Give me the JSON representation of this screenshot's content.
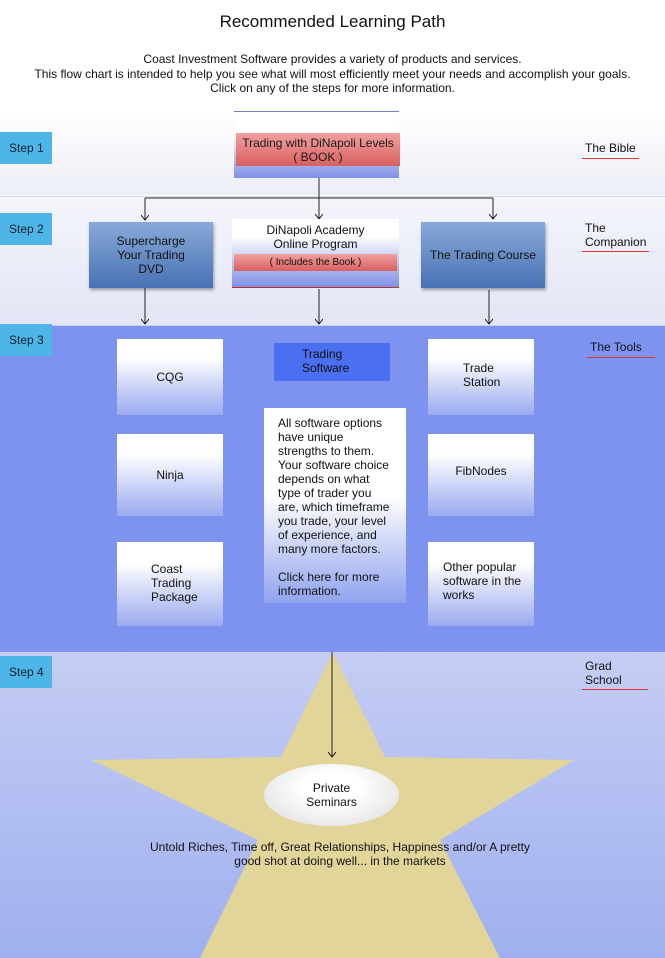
{
  "title": "Recommended Learning Path",
  "intro": [
    "Coast Investment Software provides a variety of products and services.",
    "This flow chart is intended to help you see what will most efficiently meet your needs and accomplish your goals.",
    "Click on any of the steps for more information."
  ],
  "steps": [
    {
      "label": "Step 1",
      "side": "The Bible"
    },
    {
      "label": "Step 2",
      "side_line1": "The",
      "side_line2": "Companion"
    },
    {
      "label": "Step 3",
      "side": "The Tools"
    },
    {
      "label": "Step 4",
      "side_line1": "Grad",
      "side_line2": "School"
    }
  ],
  "step1": {
    "book_line1": "Trading with DiNapoli Levels",
    "book_line2": "( BOOK )"
  },
  "step2": {
    "dvd": [
      "Supercharge",
      "Your Trading",
      "DVD"
    ],
    "academy_line1": "DiNapoli Academy",
    "academy_line2": "Online Program",
    "academy_note": "( Includes the Book )",
    "course": "The Trading Course"
  },
  "step3": {
    "cqg": "CQG",
    "ninja": "Ninja",
    "coast": [
      "Coast",
      "Trading",
      "Package"
    ],
    "software": [
      "Trading",
      "Software"
    ],
    "tradestation": [
      "Trade",
      "Station"
    ],
    "fibnodes": "FibNodes",
    "other": [
      "Other popular",
      "software in the",
      "works"
    ],
    "info_lines": [
      "All software options",
      "have unique",
      "strengths to them.",
      "Your software choice",
      "depends on what",
      "type of trader you",
      "are, which timeframe",
      "you trade, your level",
      "of experience, and",
      "many more factors."
    ],
    "info_link_lines": [
      "Click here for more",
      "information."
    ]
  },
  "step4": {
    "seminars": [
      "Private",
      "Seminars"
    ],
    "outcome_line1": "Untold Riches, Time off, Great Relationships, Happiness and/or A pretty",
    "outcome_line2": "good shot at doing well... in the markets"
  },
  "colors": {
    "step_tab": "#4db6e6",
    "tools_band": "#7d93ef",
    "star": "#e2d59a",
    "underline": "#e0342f"
  }
}
